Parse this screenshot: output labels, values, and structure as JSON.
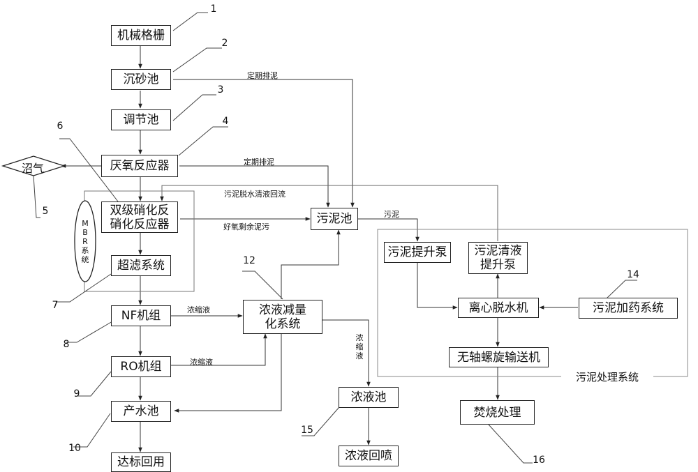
{
  "nodes": {
    "grille": "机械格栅",
    "grit_chamber": "沉砂池",
    "regulating_tank": "调节池",
    "anaerobic_reactor": "厌氧反应器",
    "nitrification_reactor": "双级硝化反\n硝化反应器",
    "ultrafiltration": "超滤系统",
    "nf_unit": "NF机组",
    "ro_unit": "RO机组",
    "product_water_tank": "产水池",
    "reuse": "达标回用",
    "biogas": "沼气",
    "sludge_tank": "污泥池",
    "concentrate_reduction": "浓液减量\n化系统",
    "concentrate_tank": "浓液池",
    "concentrate_spray": "浓液回喷",
    "sludge_lift_pump": "污泥提升泵",
    "clear_liquid_pump": "污泥清液\n提升泵",
    "centrifuge": "离心脱水机",
    "dosing_system": "污泥加药系统",
    "screw_conveyor": "无轴螺旋输送机",
    "incineration": "焚烧处理",
    "sludge_treatment_system": "污泥处理系统",
    "mbr_system": "M\nB\nR\n系\n统"
  },
  "numbers": [
    "1",
    "2",
    "3",
    "4",
    "5",
    "6",
    "7",
    "8",
    "9",
    "10",
    "12",
    "14",
    "15",
    "16"
  ],
  "edge_labels": {
    "periodic_discharge_1": "定期排泥",
    "periodic_discharge_2": "定期排泥",
    "dewatering_return": "污泥脱水清液回流",
    "aerobic_excess_sludge": "好氧剩余泥污",
    "sludge": "污泥",
    "concentrate_nf": "浓缩液",
    "concentrate_ro": "浓缩液",
    "concentrate_vertical": "浓\n缩\n液"
  }
}
